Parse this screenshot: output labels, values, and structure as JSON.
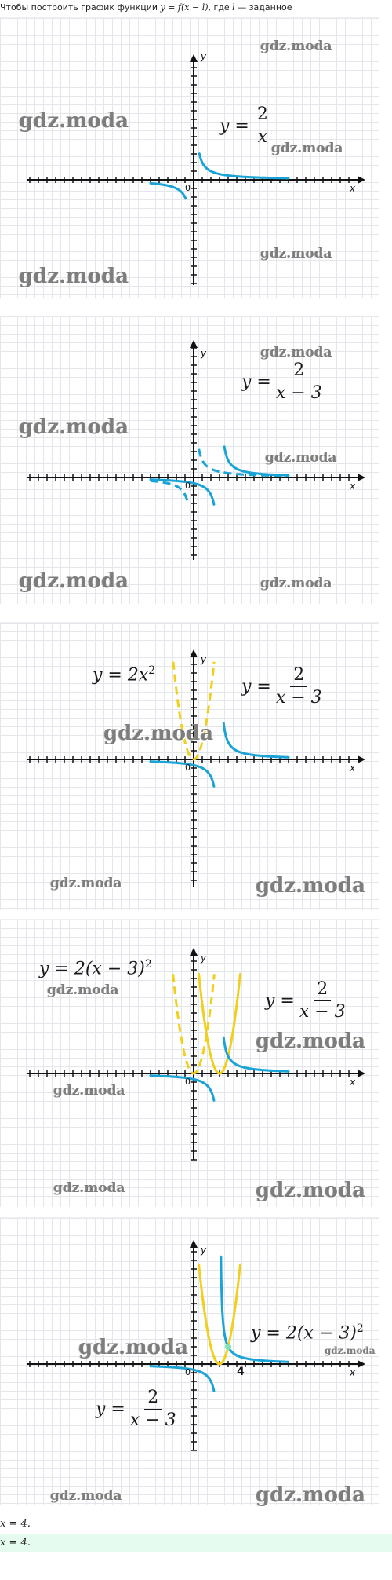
{
  "intro": {
    "text1": "Чтобы построить график функции ",
    "math": "y = f(x − l)",
    "text2": ", где ",
    "l": "l",
    "text3": " — заданное"
  },
  "watermark": "gdz.moda",
  "axes": {
    "x": "x",
    "y": "y",
    "origin": "0",
    "tick_4": "4"
  },
  "panels": [
    {
      "label": "y =",
      "fraction": {
        "num": "2",
        "den": "x"
      }
    },
    {
      "label": "y =",
      "fraction": {
        "num": "2",
        "den": "x − 3"
      }
    },
    {
      "parabola": "y = 2x",
      "parabola_exp": "2",
      "label": "y =",
      "fraction": {
        "num": "2",
        "den": "x − 3"
      }
    },
    {
      "parabola": "y = 2(x − 3)",
      "parabola_exp": "2",
      "label": "y =",
      "fraction": {
        "num": "2",
        "den": "x − 3"
      }
    },
    {
      "parabola": "y = 2(x − 3)",
      "parabola_exp": "2",
      "label": "y =",
      "fraction": {
        "num": "2",
        "den": "x − 3"
      }
    }
  ],
  "answers": [
    "x = 4.",
    "x = 4."
  ],
  "colors": {
    "hyperbola": "#1aa3d6",
    "parabola": "#f1cf1c",
    "intersection": "#7fe3b0",
    "axis": "#111111",
    "answer_highlight": "#e6fbf0"
  }
}
